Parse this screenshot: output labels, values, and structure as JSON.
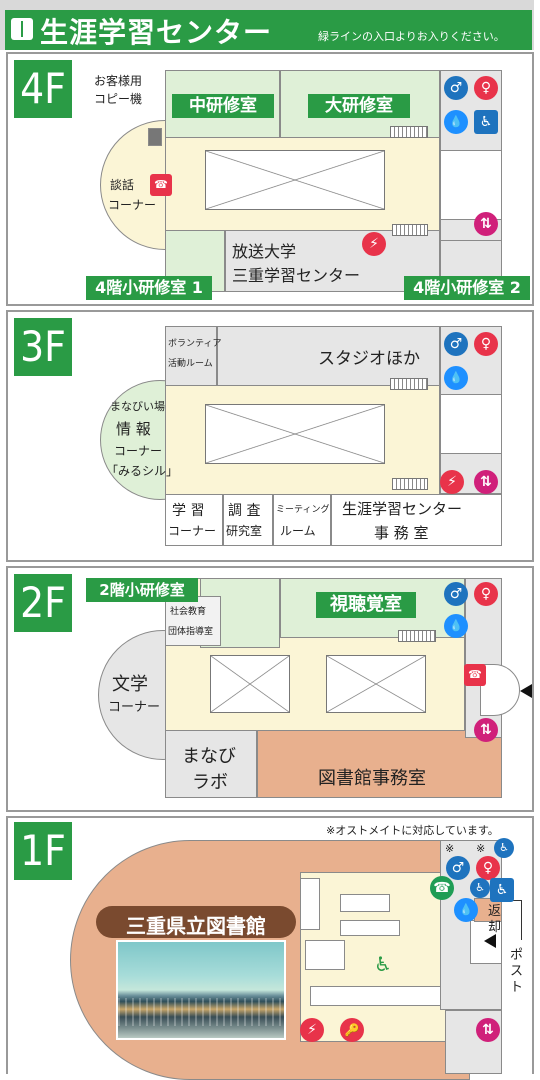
{
  "header": {
    "title": "生涯学習センター",
    "note": "緑ラインの入口よりお入りください。"
  },
  "floors": {
    "f4": {
      "label": "4F",
      "rooms": {
        "middle": "中研修室",
        "large": "大研修室",
        "small1": "4階小研修室 1",
        "small2": "4階小研修室 2",
        "copier_line1": "お客様用",
        "copier_line2": "コピー機",
        "lounge_line1": "談話",
        "lounge_line2": "コーナー",
        "university_line1": "放送大学",
        "university_line2": "三重学習センター"
      }
    },
    "f3": {
      "label": "3F",
      "rooms": {
        "volunteer_line1": "ボランティア",
        "volunteer_line2": "活動ルーム",
        "studio": "スタジオほか",
        "info_line1": "まなびい場",
        "info_line2": "情 報",
        "info_line3": "コーナー",
        "info_line4": "「みるシル」",
        "study_line1": "学 習",
        "study_line2": "コーナー",
        "research_line1": "調 査",
        "research_line2": "研究室",
        "meeting_line1": "ミーティング",
        "meeting_line2": "ルーム",
        "office_line1": "生涯学習センター",
        "office_line2": "事 務 室"
      }
    },
    "f2": {
      "label": "2F",
      "rooms": {
        "small": "2階小研修室",
        "social_line1": "社会教育",
        "social_line2": "団体指導室",
        "av": "視聴覚室",
        "literature_line1": "文学",
        "literature_line2": "コーナー",
        "manabi_line1": "まなび",
        "manabi_line2": "ラボ",
        "library_office": "図書館事務室"
      }
    },
    "f1": {
      "label": "1F",
      "rooms": {
        "ostomate_note": "※オストメイトに対応しています。",
        "library": "三重県立図書館",
        "return_post_line1": "返",
        "return_post_line2": "却",
        "return_post_line3": "ポ",
        "return_post_line4": "ス",
        "return_post_line5": "ト",
        "mark1": "※",
        "mark2": "※"
      }
    }
  },
  "icons": {
    "male": "♂",
    "female": "♀",
    "water": "💧",
    "wheelchair": "♿",
    "elevator": "⇅",
    "aed": "⚡",
    "phone": "☎",
    "key": "🔑",
    "accent_green": "#2a9b45",
    "accent_red": "#e8334a",
    "accent_blue": "#1e73be"
  }
}
